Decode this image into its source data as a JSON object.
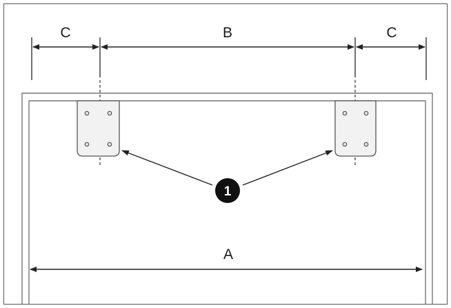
{
  "dimensions": {
    "left_offset": "C",
    "center_span": "B",
    "right_offset": "C",
    "overall_width": "A"
  },
  "callout": {
    "number": "1"
  },
  "colors": {
    "line": "#222222",
    "cabinet_edge": "#777777",
    "bracket_fill": "#f2f2f2",
    "bracket_stroke": "#555555",
    "callout_fill": "#111111",
    "callout_text": "#ffffff"
  }
}
